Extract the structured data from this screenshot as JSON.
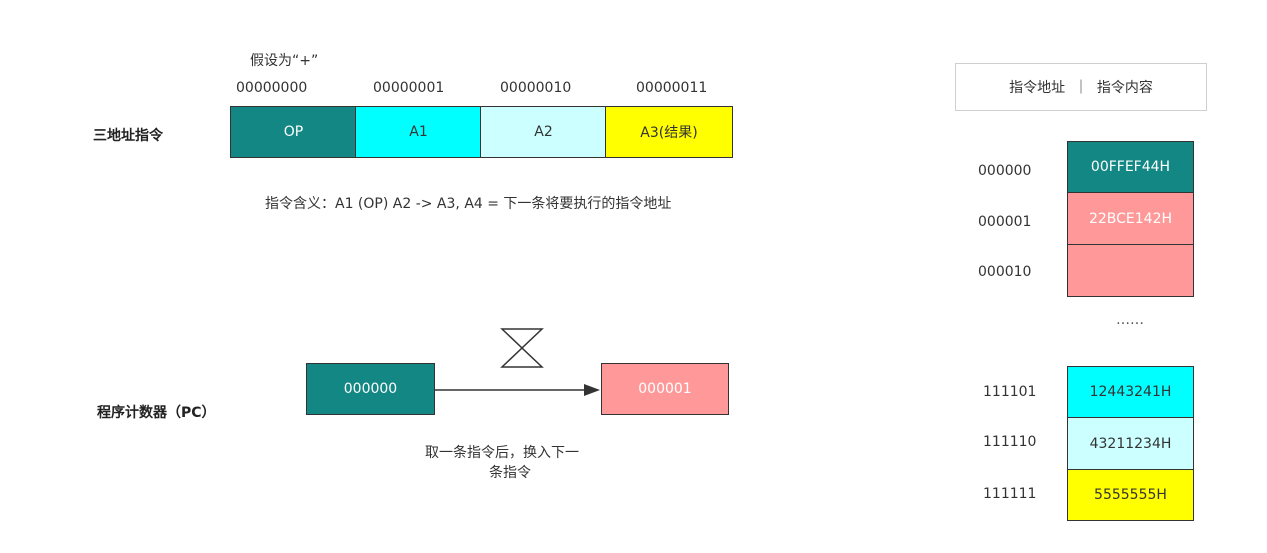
{
  "colors": {
    "teal": "#128783",
    "cyan": "#00FFFF",
    "light_cyan": "#CCFFFF",
    "yellow": "#FFFF00",
    "pink": "#FF9999",
    "border": "#333333"
  },
  "instruction": {
    "row_label": "三地址指令",
    "assume_note": "假设为“+”",
    "bit_labels": [
      "00000000",
      "00000001",
      "00000010",
      "00000011"
    ],
    "fields": [
      {
        "label": "OP",
        "color": "#128783",
        "text_color": "#ffffff"
      },
      {
        "label": "A1",
        "color": "#00FFFF",
        "text_color": "#333333"
      },
      {
        "label": "A2",
        "color": "#CCFFFF",
        "text_color": "#333333"
      },
      {
        "label": "A3(结果)",
        "color": "#FFFF00",
        "text_color": "#333333"
      }
    ],
    "meaning": "指令含义：A1 (OP) A2 -> A3, A4 = 下一条将要执行的指令地址"
  },
  "pc": {
    "row_label": "程序计数器（PC）",
    "from_value": "000000",
    "to_value": "000001",
    "caption_line1": "取一条指令后，换入下一",
    "caption_line2": "条指令"
  },
  "memory": {
    "header": "指令地址  ｜  指令内容",
    "ellipsis": "……",
    "rows": [
      {
        "address": "000000",
        "content": "00FFEF44H",
        "color": "#128783",
        "text_color": "#ffffff"
      },
      {
        "address": "000001",
        "content": "22BCE142H",
        "color": "#FF9999",
        "text_color": "#ffffff"
      },
      {
        "address": "000010",
        "content": "",
        "color": "#FF9999",
        "text_color": "#ffffff"
      },
      {
        "address": "111101",
        "content": "12443241H",
        "color": "#00FFFF",
        "text_color": "#333333"
      },
      {
        "address": "111110",
        "content": "43211234H",
        "color": "#CCFFFF",
        "text_color": "#333333"
      },
      {
        "address": "111111",
        "content": "5555555H",
        "color": "#FFFF00",
        "text_color": "#333333"
      }
    ]
  }
}
